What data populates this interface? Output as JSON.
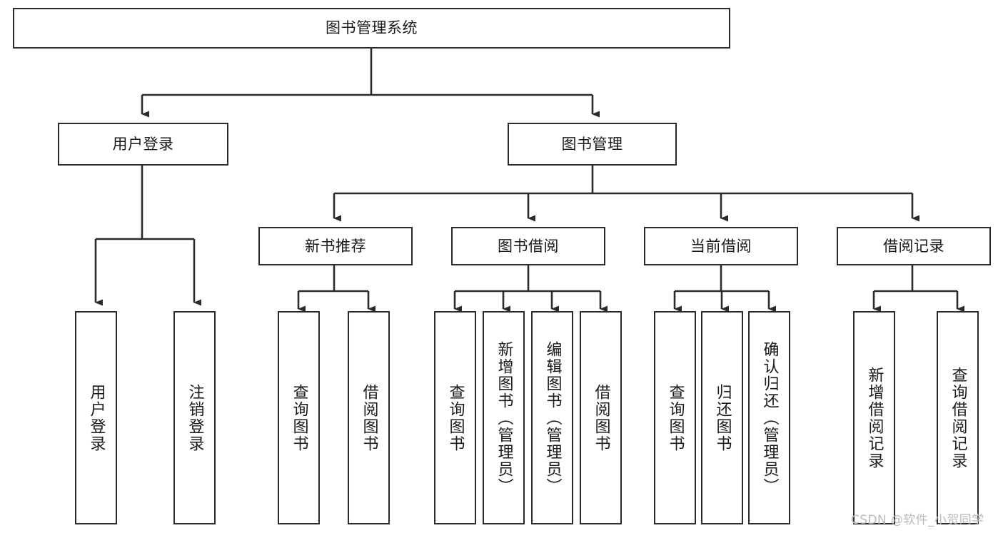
{
  "diagram": {
    "title_node": {
      "id": "root",
      "label": "图书管理系统"
    },
    "level1": [
      {
        "id": "user-login",
        "label": "用户登录"
      },
      {
        "id": "book-manage",
        "label": "图书管理"
      }
    ],
    "level2": [
      {
        "id": "new-book-recommend",
        "label": "新书推荐"
      },
      {
        "id": "book-borrow",
        "label": "图书借阅"
      },
      {
        "id": "current-borrow",
        "label": "当前借阅"
      },
      {
        "id": "borrow-record",
        "label": "借阅记录"
      }
    ],
    "leaves": [
      {
        "id": "leaf-user-login",
        "label": "用户登录",
        "parent": "user-login"
      },
      {
        "id": "leaf-logout-login",
        "label": "注销登录",
        "parent": "user-login"
      },
      {
        "id": "leaf-query-book-1",
        "label": "查询图书",
        "parent": "new-book-recommend"
      },
      {
        "id": "leaf-borrow-book-1",
        "label": "借阅图书",
        "parent": "new-book-recommend"
      },
      {
        "id": "leaf-query-book-2",
        "label": "查询图书",
        "parent": "book-borrow"
      },
      {
        "id": "leaf-add-book",
        "label": "新增图书（管理员）",
        "parent": "book-borrow"
      },
      {
        "id": "leaf-edit-book",
        "label": "编辑图书（管理员）",
        "parent": "book-borrow"
      },
      {
        "id": "leaf-borrow-book-2",
        "label": "借阅图书",
        "parent": "book-borrow"
      },
      {
        "id": "leaf-query-book-3",
        "label": "查询图书",
        "parent": "current-borrow"
      },
      {
        "id": "leaf-return-book",
        "label": "归还图书",
        "parent": "current-borrow"
      },
      {
        "id": "leaf-confirm-return",
        "label": "确认归还（管理员）",
        "parent": "current-borrow"
      },
      {
        "id": "leaf-add-record",
        "label": "新增借阅记录",
        "parent": "borrow-record"
      },
      {
        "id": "leaf-query-record",
        "label": "查询借阅记录",
        "parent": "borrow-record"
      }
    ],
    "colors": {
      "stroke": "#2b2b2b",
      "fill": "#ffffff",
      "text": "#1a1a1a",
      "watermark": "#b9b9b9"
    }
  },
  "watermark": {
    "text": "CSDN @软件_小贺同学"
  }
}
